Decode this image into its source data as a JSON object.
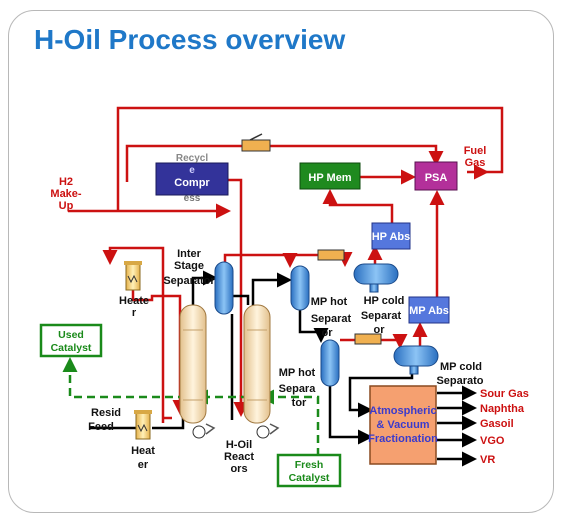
{
  "title": "H-Oil Process overview",
  "labels": {
    "h2_makeup_1": "H2",
    "h2_makeup_2": "Make-",
    "h2_makeup_3": "Up",
    "recycle_1": "Recycl",
    "recycle_2": "e",
    "recycle_3": "Compr",
    "recycle_4": "ess",
    "hp_mem": "HP Mem",
    "psa": "PSA",
    "fuel_gas_1": "Fuel",
    "fuel_gas_2": "Gas",
    "hp_abs": "HP Abs",
    "mp_abs": "MP Abs",
    "inter_stage_1": "Inter",
    "inter_stage_2": "Stage",
    "inter_stage_3": "Separator",
    "heater_top_1": "Heate",
    "heater_top_2": "r",
    "used_catalyst_1": "Used",
    "used_catalyst_2": "Catalyst",
    "mp_hot_sep_top_1": "MP hot",
    "mp_hot_sep_top_2": "Separat",
    "mp_hot_sep_top_3": "or",
    "hp_cold_sep_1": "HP cold",
    "hp_cold_sep_2": "Separat",
    "hp_cold_sep_3": "or",
    "mp_cold_sep_1": "MP cold",
    "mp_cold_sep_2": "Separato",
    "mp_hot_sep_low_1": "MP hot",
    "mp_hot_sep_low_2": "Separa",
    "mp_hot_sep_low_3": "tor",
    "resid_feed_1": "Resid",
    "resid_feed_2": "Feed",
    "heater_bottom_1": "Heat",
    "heater_bottom_2": "er",
    "hoil_reactors_1": "H-Oil",
    "hoil_reactors_2": "React",
    "hoil_reactors_3": "ors",
    "fresh_catalyst_1": "Fresh",
    "fresh_catalyst_2": "Catalyst",
    "fractionation_1": "Atmospheric",
    "fractionation_2": "& Vacuum",
    "fractionation_3": "Fractionation",
    "product_sour_gas": "Sour Gas",
    "product_naphtha": "Naphtha",
    "product_gasoil": "Gasoil",
    "product_vgo": "VGO",
    "product_vr": "VR"
  },
  "colors": {
    "title": "#1f78c8",
    "red_line": "#cc1111",
    "black_line": "#000000",
    "green_dash": "#1a8a1a",
    "recycle_box": "#33339a",
    "hp_mem_box": "#1f8a1f",
    "psa_box": "#b3309a",
    "abs_box": "#5577dd",
    "fractionation_box": "#f5a070",
    "vessel_blue": "#5aa0e8",
    "reactor": "#f3d9b0"
  }
}
